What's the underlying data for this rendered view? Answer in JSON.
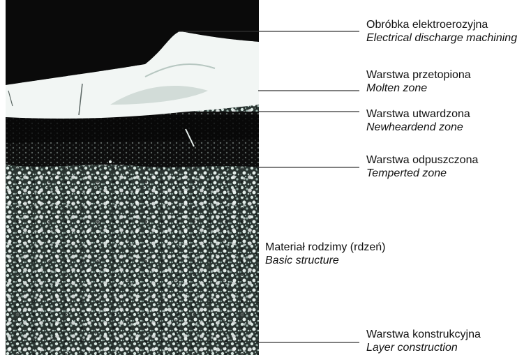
{
  "figure": {
    "micrograph": {
      "description_icon": "metallographic-cross-section-image"
    },
    "labels": [
      {
        "id": "edm",
        "polish": "Obróbka elektroerozyjna",
        "english": "Electrical discharge machining"
      },
      {
        "id": "molten",
        "polish": "Warstwa przetopiona",
        "english": "Molten zone"
      },
      {
        "id": "hardened",
        "polish": "Warstwa utwardzona",
        "english": "Newheardend zone"
      },
      {
        "id": "tempered",
        "polish": "Warstwa odpuszczona",
        "english": "Temperted zone"
      },
      {
        "id": "basic",
        "polish": "Materiał rodzimy (rdzeń)",
        "english": "Basic structure"
      },
      {
        "id": "construction",
        "polish": "Warstwa konstrukcyjna",
        "english": "Layer construction"
      }
    ],
    "colors": {
      "background": "#ffffff",
      "text": "#111111",
      "leader_line": "#333333",
      "dark_zone": "#0b0b0b",
      "molten_zone": "#f2f6f4",
      "grain_light": "#cfe2dc"
    }
  }
}
